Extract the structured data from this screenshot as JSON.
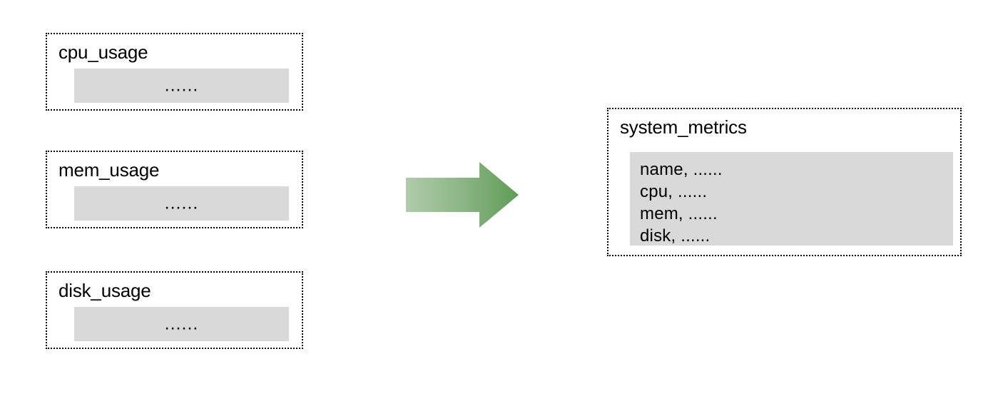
{
  "diagram": {
    "type": "data-merge-flow",
    "source_tables": [
      {
        "id": "cpu_usage",
        "title": "cpu_usage",
        "body_text": "......"
      },
      {
        "id": "mem_usage",
        "title": "mem_usage",
        "body_text": "......"
      },
      {
        "id": "disk_usage",
        "title": "disk_usage",
        "body_text": "......"
      }
    ],
    "connector": {
      "icon": "right-arrow-icon",
      "direction": "right",
      "gradient_start": "#a8c6a2",
      "gradient_end": "#5f9c57"
    },
    "target_table": {
      "id": "system_metrics",
      "title": "system_metrics",
      "fields": [
        "name, ......",
        "cpu, ......",
        "mem, ......",
        "disk, ......"
      ]
    },
    "colors": {
      "body_fill": "#d9d9d9",
      "border": "#000000",
      "background": "#ffffff",
      "text": "#000000"
    }
  }
}
